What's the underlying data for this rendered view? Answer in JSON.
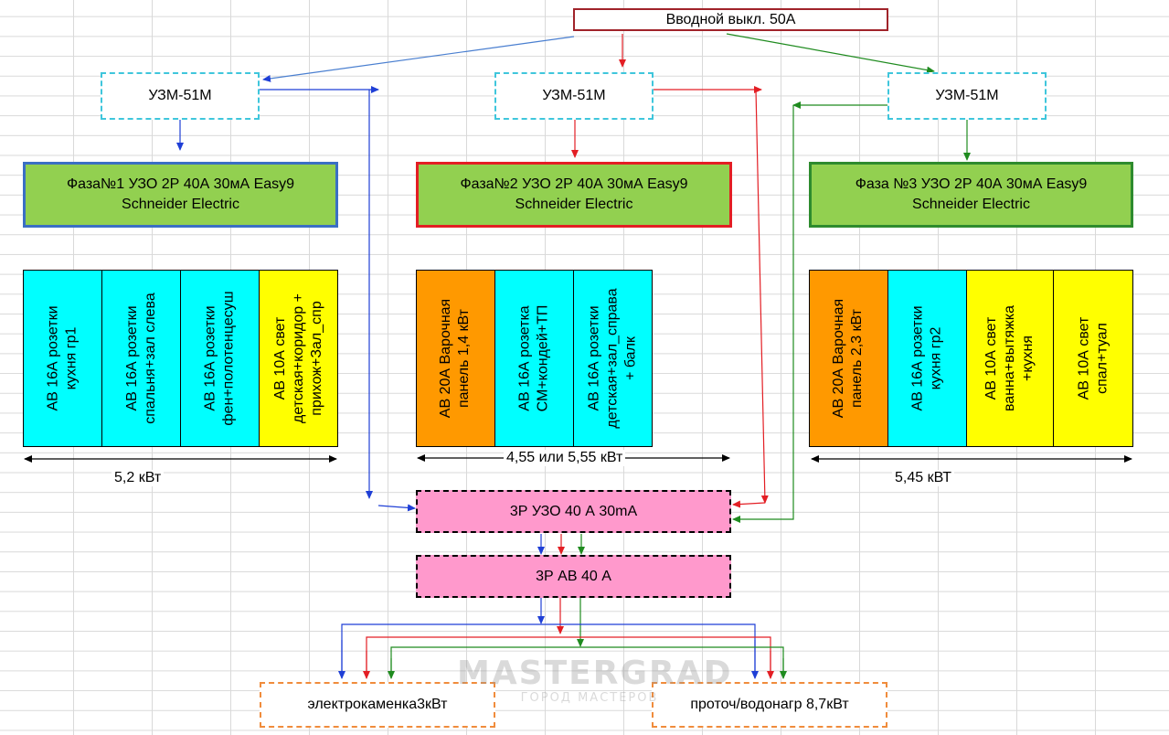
{
  "main_switch": "Вводной выкл.  50А",
  "uzm": [
    "УЗМ-51М",
    "УЗМ-51М",
    "УЗМ-51М"
  ],
  "phases": [
    {
      "line1": "Фаза№1   УЗО 2Р 40А 30мА Easy9",
      "line2": "Schneider Electric"
    },
    {
      "line1": "Фаза№2    УЗО 2Р 40А 30мА Easy9",
      "line2": "Schneider Electric"
    },
    {
      "line1": "Фаза №3  УЗО 2Р 40А 30мА Easy9",
      "line2": "Schneider Electric"
    }
  ],
  "breakers": {
    "phase1": [
      {
        "l1": "АВ 16А  розетки",
        "l2": "кухня гр1"
      },
      {
        "l1": "АВ 16А  розетки",
        "l2": "спальня+зал слева"
      },
      {
        "l1": "АВ 16А  розетки",
        "l2": "фен+полотенцесуш"
      },
      {
        "l1": "АВ 10А свет",
        "l2": "детская+коридор +",
        "l3": "прихож+Зал_спр"
      }
    ],
    "phase2": [
      {
        "l1": "АВ 20А Варочная",
        "l2": "панель    1,4 кВт"
      },
      {
        "l1": "АВ 16А  розетка",
        "l2": "СМ+кондей+ТП"
      },
      {
        "l1": "АВ 16А  розетки",
        "l2": "детская+зал_справа",
        "l3": "+ балк"
      }
    ],
    "phase3": [
      {
        "l1": "АВ 20А Варочная",
        "l2": "панель    2,3 кВт"
      },
      {
        "l1": "АВ 16А  розетки",
        "l2": "кухня гр2"
      },
      {
        "l1": "АВ 10А свет",
        "l2": "ванна+вытяжка",
        "l3": "+кухня"
      },
      {
        "l1": "АВ 10А свет",
        "l2": "спал+туал"
      }
    ]
  },
  "power": [
    "5,2 кВт",
    "4,55 или 5,55 кВт",
    "5,45 кВТ"
  ],
  "rcd3": "3Р УЗО   40 А 30mA",
  "cb3": "3Р АВ 40 А",
  "outputs": [
    "электрокаменка3кВт",
    "проточ/водонагр 8,7кВт"
  ],
  "watermark": {
    "big": "MASTERGRAD",
    "small": "ГОРОД МАСТЕРОВ"
  },
  "colors": {
    "phase1": "#3a6fc4",
    "phase2": "#e31e24",
    "phase3": "#2e8b2e",
    "green_box": "#92d050",
    "cyan": "#00ffff",
    "yellow": "#ffff00",
    "orange": "#ff9900",
    "pink": "#ff99cc"
  }
}
